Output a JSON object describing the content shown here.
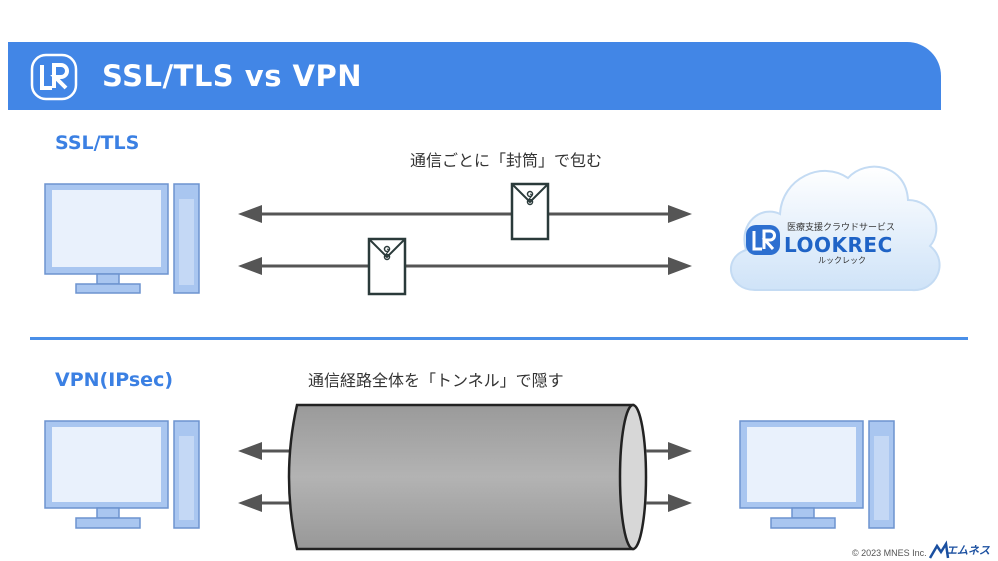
{
  "header": {
    "title": "SSL/TLS vs VPN",
    "logo_icon": "lr-logo-icon"
  },
  "ssl_section": {
    "label": "SSL/TLS",
    "caption": "通信ごとに「封筒」で包む"
  },
  "vpn_section": {
    "label": "VPN(IPsec)",
    "caption": "通信経路全体を「トンネル」で隠す"
  },
  "cloud": {
    "tagline": "医療支援クラウドサービス",
    "name": "LOOKREC",
    "reading": "ルックレック"
  },
  "footer": {
    "copyright": "© 2023 MNES Inc.",
    "brand": "エムネス"
  },
  "colors": {
    "header": "#4286e6",
    "accent_text": "#3b80e3",
    "computer_fill": "#a9c6f0",
    "tunnel_fill": "#a8a8a8",
    "arrow": "#555555"
  }
}
